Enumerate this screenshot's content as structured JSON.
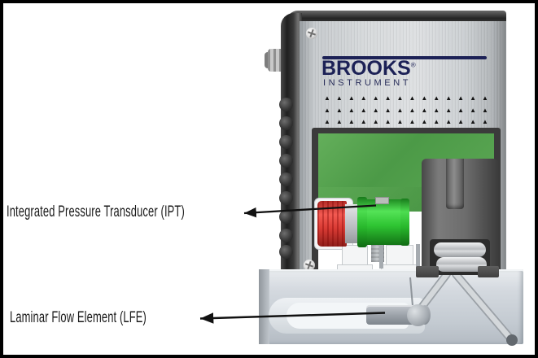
{
  "diagram": {
    "callouts": {
      "ipt": {
        "label": "Integrated Pressure Transducer (IPT)"
      },
      "lfe": {
        "label": "Laminar Flow Element (LFE)"
      }
    },
    "device": {
      "brand": "BROOKS",
      "brand_mark": "®",
      "subtitle": "INSTRUMENT"
    },
    "vents": {
      "rows": 3,
      "per_row": 14,
      "glyph": "▲"
    },
    "colors": {
      "border": "#000000",
      "background": "#ffffff",
      "brand_navy": "#1c2156",
      "label_text": "#1a1a1a",
      "metal_light": "#d7dadc",
      "frame_dark": "#3b3b3b",
      "pcb_green": "#58a450",
      "ipt_green": "#38c43c",
      "ipt_red": "#de3d35",
      "valve_gray": "#5f5f5f",
      "base_gray": "#ccd2d9",
      "lfe_gray": "#959ba3"
    }
  }
}
